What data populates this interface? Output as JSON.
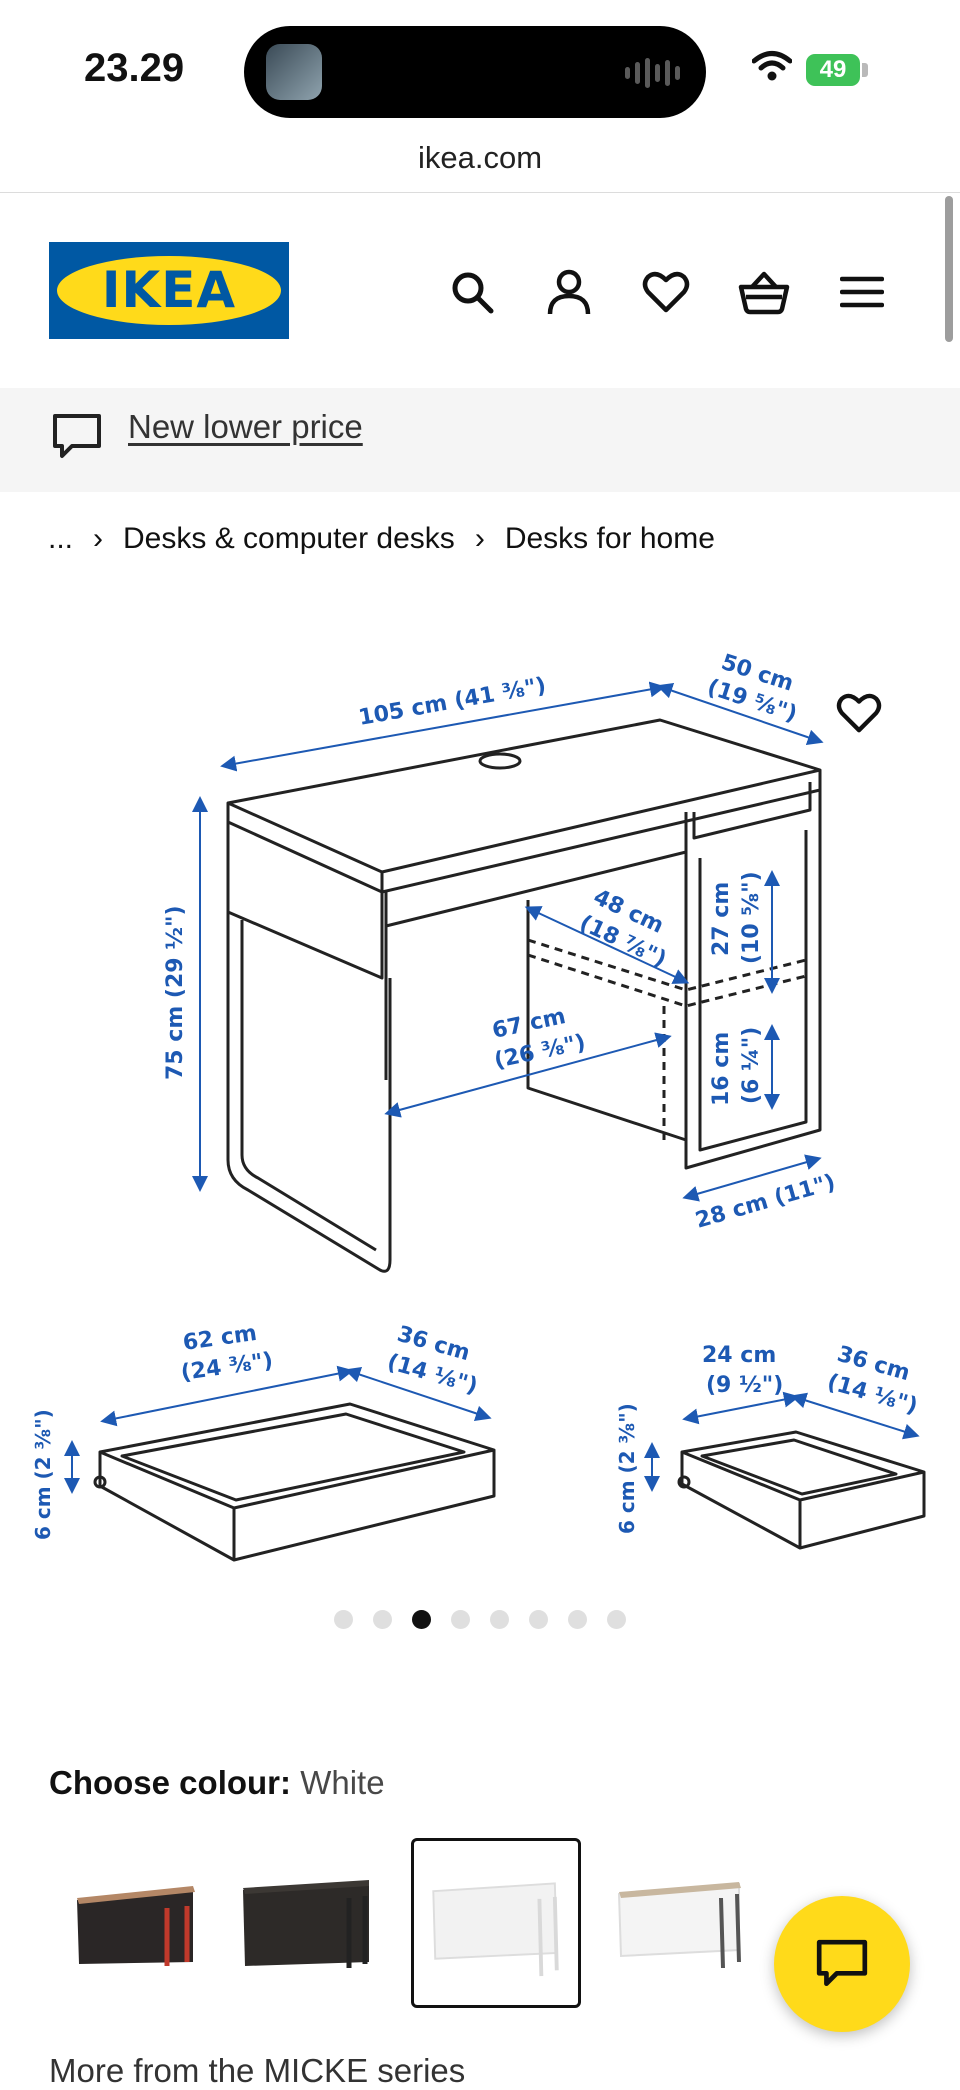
{
  "status": {
    "time": "23.29",
    "battery": "49"
  },
  "browser": {
    "url": "ikea.com"
  },
  "header": {
    "logo_text": "IKEA"
  },
  "promo": {
    "text": "New lower price"
  },
  "breadcrumb": {
    "ellipsis": "...",
    "items": [
      "Desks & computer desks",
      "Desks for home"
    ]
  },
  "gallery": {
    "desk_dims": {
      "width": "105 cm (41 ⅜\")",
      "depth_1": "50 cm",
      "depth_2": "(19 ⅝\")",
      "height": "75 cm (29 ½\")",
      "shelf_depth_1": "48 cm",
      "shelf_depth_2": "(18 ⅞\")",
      "top_shelf_1": "27 cm",
      "top_shelf_2": "(10 ⅝\")",
      "leg_space_1": "67 cm",
      "leg_space_2": "(26 ⅜\")",
      "low_shelf_1": "16 cm",
      "low_shelf_2": "(6 ¼\")",
      "cabinet_depth": "28 cm (11\")"
    },
    "drawer_large": {
      "w1": "62 cm",
      "w2": "(24 ⅜\")",
      "d1": "36 cm",
      "d2": "(14 ⅛\")",
      "h": "6 cm (2 ⅜\")"
    },
    "drawer_small": {
      "w1": "24 cm",
      "w2": "(9 ½\")",
      "d1": "36 cm",
      "d2": "(14 ⅛\")",
      "h": "6 cm (2 ⅜\")"
    },
    "slide_count": 8,
    "active_slide": 3
  },
  "colour": {
    "label": "Choose colour:",
    "value": "White"
  },
  "more_series": "More from the MICKE series",
  "colors": {
    "ikea_blue": "#0058a3",
    "ikea_yellow": "#ffda1a",
    "dimension_blue": "#1d59b3"
  }
}
